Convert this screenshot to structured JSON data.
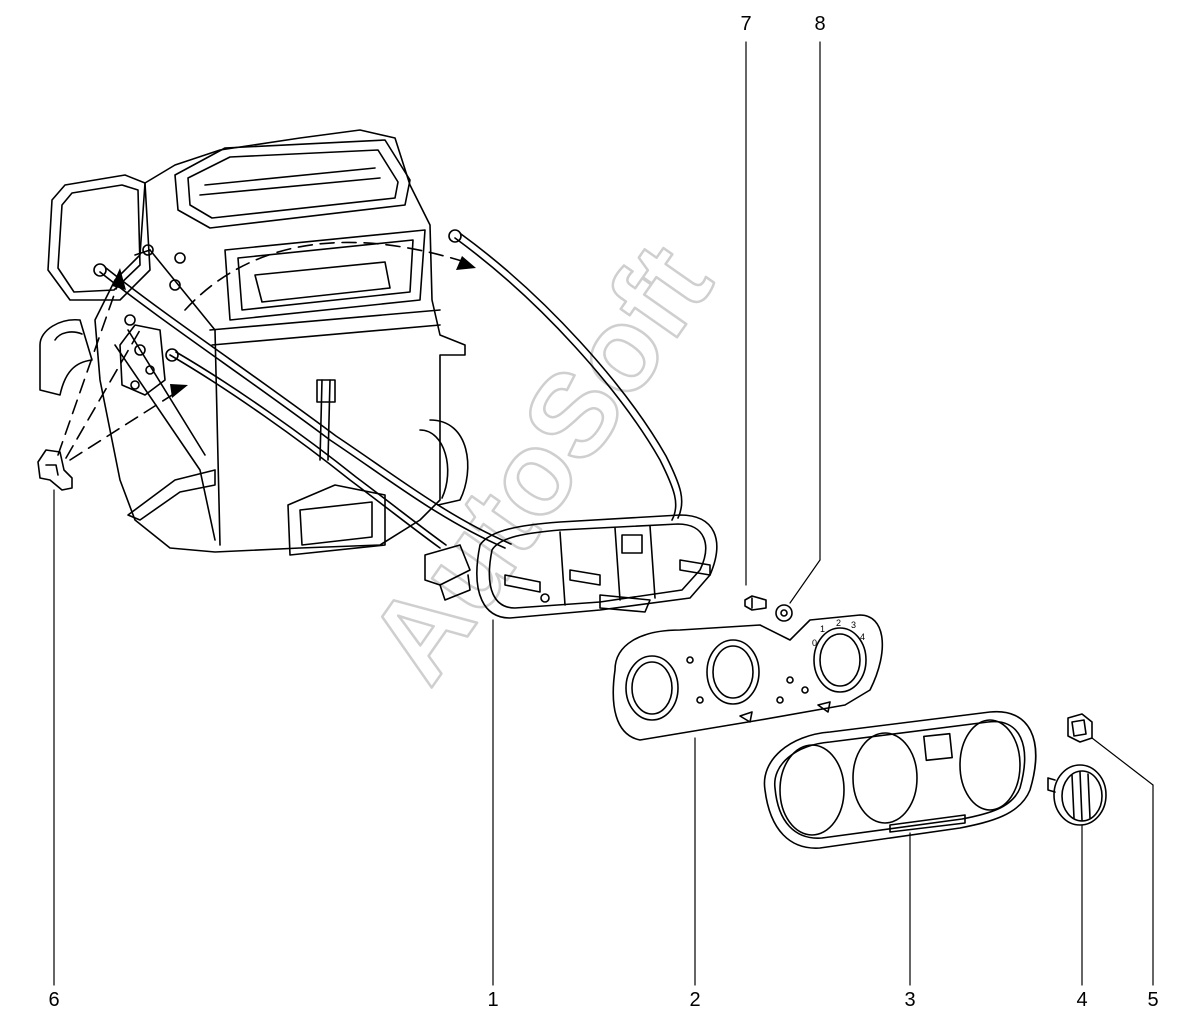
{
  "diagram": {
    "callouts": [
      {
        "id": "c1",
        "label": "1"
      },
      {
        "id": "c2",
        "label": "2"
      },
      {
        "id": "c3",
        "label": "3"
      },
      {
        "id": "c4",
        "label": "4"
      },
      {
        "id": "c5",
        "label": "5"
      },
      {
        "id": "c6",
        "label": "6"
      },
      {
        "id": "c7",
        "label": "7"
      },
      {
        "id": "c8",
        "label": "8"
      }
    ],
    "dial_marks": [
      "0",
      "1",
      "2",
      "3",
      "4"
    ],
    "watermark": "AutoSoft",
    "colors": {
      "line": "#000000",
      "background": "#ffffff",
      "watermark": "#d9d9d9"
    }
  }
}
